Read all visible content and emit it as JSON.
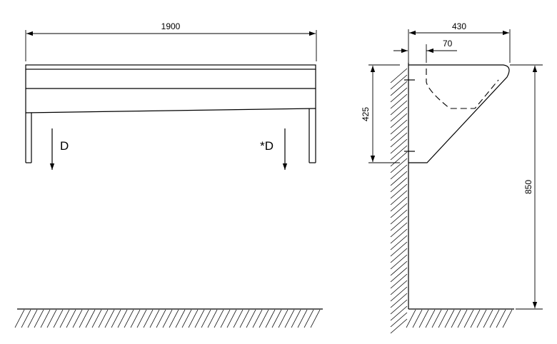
{
  "dimensions": {
    "length": "1900",
    "depth": "430",
    "offset": "70",
    "height": "425",
    "mount_height": "850"
  },
  "labels": {
    "drain_left": "D",
    "drain_right": "*D"
  }
}
